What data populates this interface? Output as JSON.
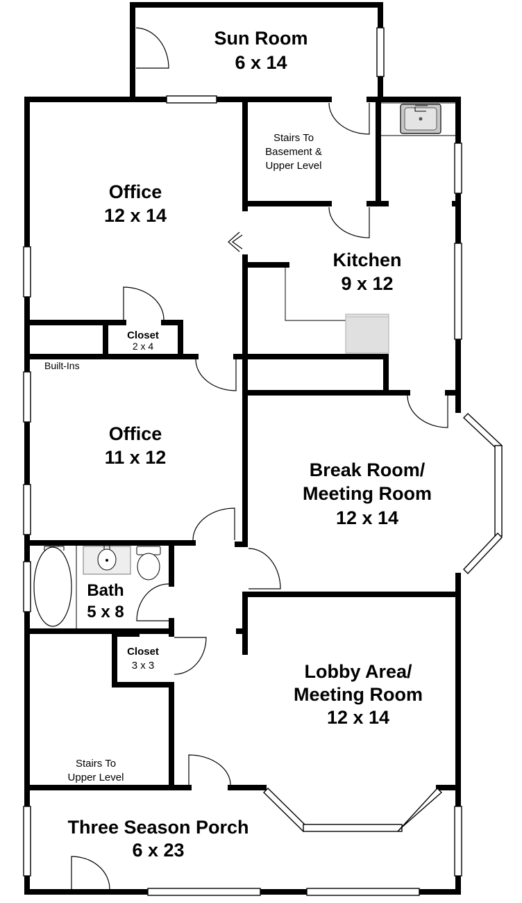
{
  "rooms": {
    "sun_room": {
      "name": "Sun Room",
      "dims": "6 x 14"
    },
    "office_upper": {
      "name": "Office",
      "dims": "12 x 14"
    },
    "kitchen": {
      "name": "Kitchen",
      "dims": "9 x 12"
    },
    "closet_upper": {
      "name": "Closet",
      "dims": "2 x 4"
    },
    "office_lower": {
      "name": "Office",
      "dims": "11 x 12"
    },
    "break_room": {
      "line1": "Break Room/",
      "line2": "Meeting Room",
      "dims": "12 x 14"
    },
    "bath": {
      "name": "Bath",
      "dims": "5 x 8"
    },
    "closet_lower": {
      "name": "Closet",
      "dims": "3 x 3"
    },
    "lobby": {
      "line1": "Lobby Area/",
      "line2": "Meeting Room",
      "dims": "12 x 14"
    },
    "porch": {
      "name": "Three Season Porch",
      "dims": "6 x 23"
    }
  },
  "notes": {
    "stairs_basement": [
      "Stairs To",
      "Basement &",
      "Upper Level"
    ],
    "built_ins": "Built-Ins",
    "stairs_upper": [
      "Stairs To",
      "Upper Level"
    ]
  },
  "colors": {
    "wall": "#000000",
    "background": "#ffffff",
    "fixture_fill": "#e0e0e0"
  }
}
